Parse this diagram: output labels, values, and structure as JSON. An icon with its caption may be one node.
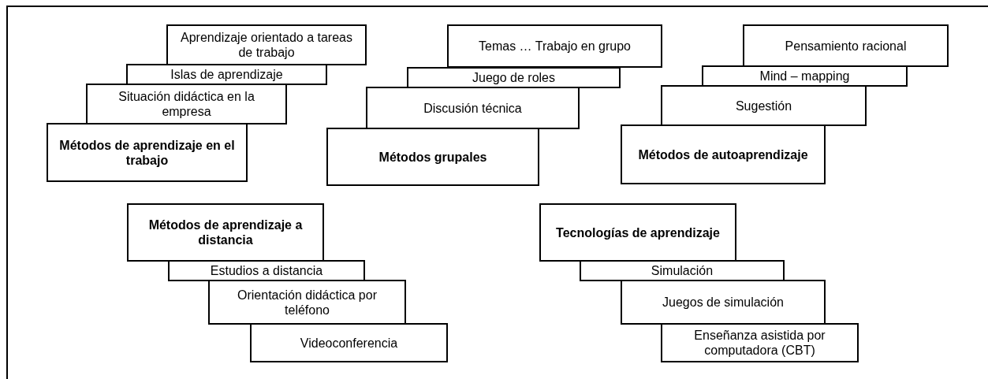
{
  "diagram": {
    "nodes": [
      {
        "text": [
          "Aprendizaje orientado a tareas de trabajo"
        ]
      },
      {
        "text": [
          "Islas de aprendizaje"
        ]
      },
      {
        "text": [
          "Situación didáctica en la empresa"
        ]
      },
      {
        "text": [
          "Métodos de aprendizaje en el trabajo"
        ]
      },
      {
        "text": [
          "Temas … Trabajo en grupo"
        ]
      },
      {
        "text": [
          "Juego de roles"
        ]
      },
      {
        "text": [
          "Discusión técnica"
        ]
      },
      {
        "text": [
          "Métodos grupales"
        ]
      },
      {
        "text": [
          "Pensamiento racional"
        ]
      },
      {
        "text": [
          "Mind – mapping"
        ]
      },
      {
        "text": [
          "Sugestión"
        ]
      },
      {
        "text": [
          "Métodos de autoaprendizaje"
        ]
      },
      {
        "text": [
          "Métodos de aprendizaje a distancia"
        ]
      },
      {
        "text": [
          "Estudios a distancia"
        ]
      },
      {
        "text": [
          "Orientación didáctica por teléfono"
        ]
      },
      {
        "text": [
          "Videoconferencia"
        ]
      },
      {
        "text": [
          "Tecnologías de aprendizaje"
        ]
      },
      {
        "text": [
          "Simulación"
        ]
      },
      {
        "text": [
          "Juegos de simulación"
        ]
      },
      {
        "text": [
          "Enseñanza asistida por computadora (CBT)"
        ]
      }
    ]
  }
}
